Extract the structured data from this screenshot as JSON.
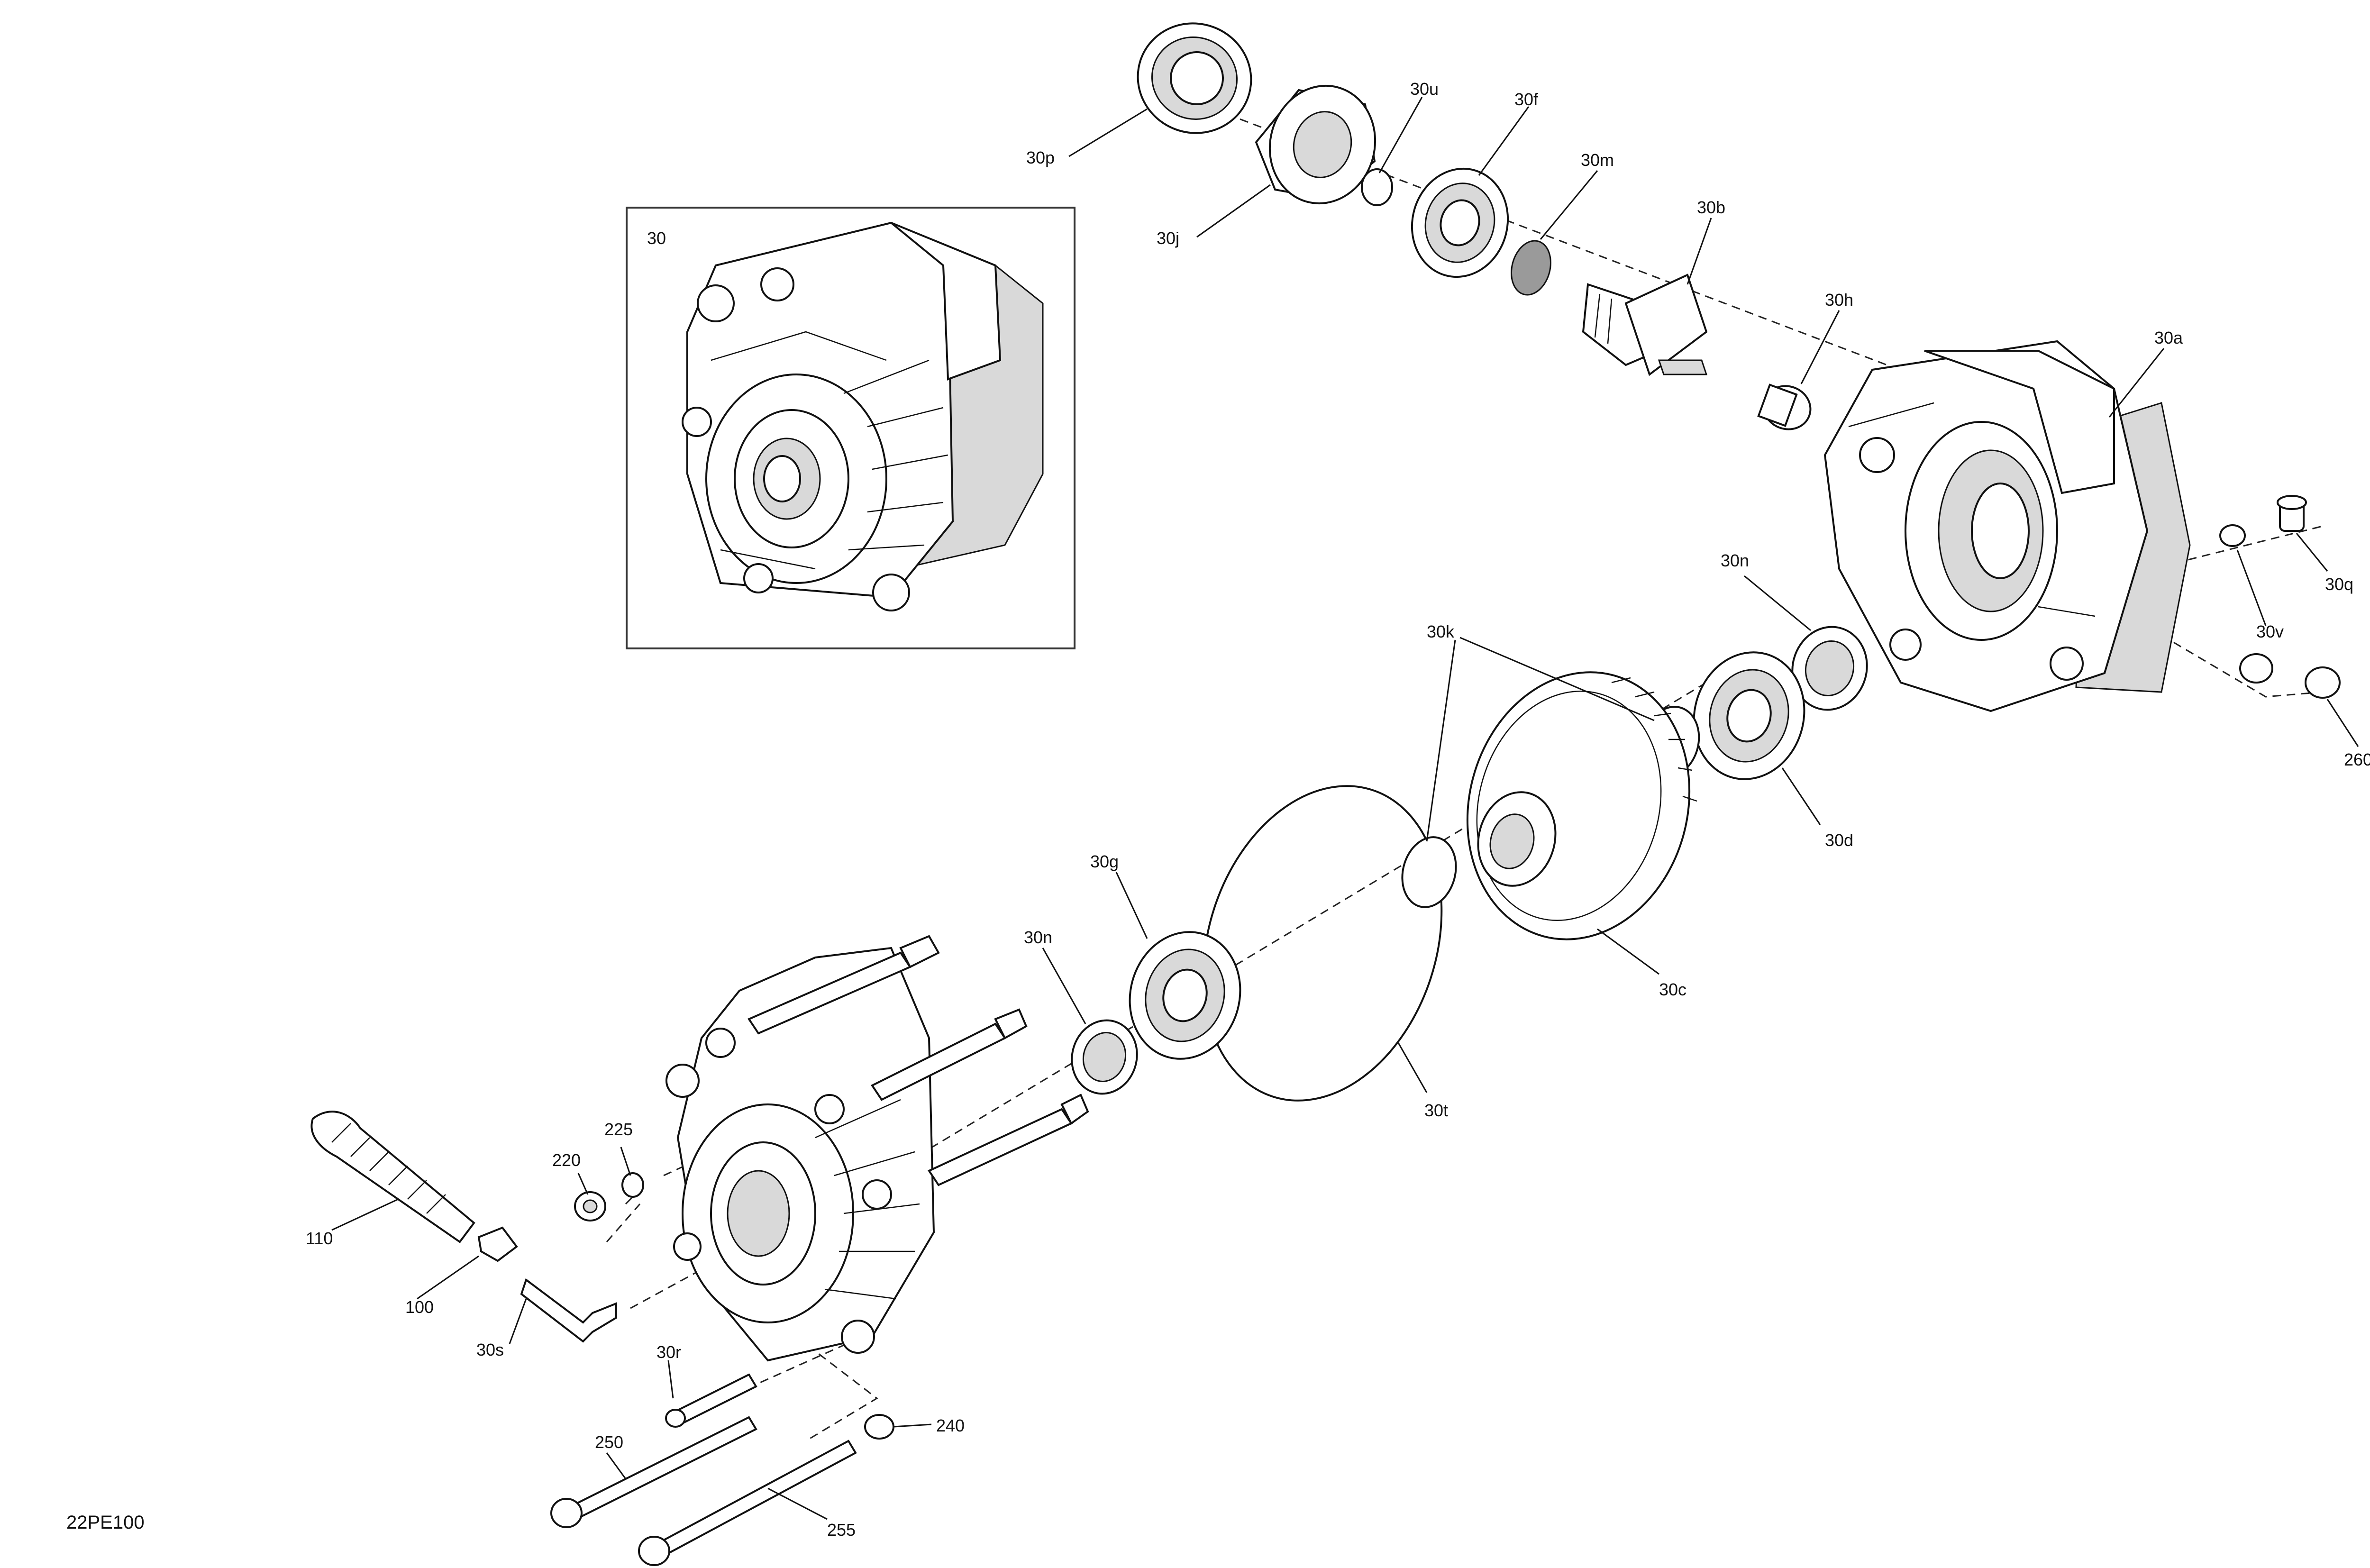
{
  "diagram_code": "22PE100",
  "inset": {
    "label": "30"
  },
  "callouts": {
    "p30p": "30p",
    "p30j": "30j",
    "p30u": "30u",
    "p30f": "30f",
    "p30m": "30m",
    "p30b": "30b",
    "p30h": "30h",
    "p30a": "30a",
    "p30q": "30q",
    "p30v": "30v",
    "p260": "260",
    "p30n_top": "30n",
    "p30k": "30k",
    "p30d": "30d",
    "p30c": "30c",
    "p30g": "30g",
    "p30n_low": "30n",
    "p30t": "30t",
    "p225": "225",
    "p220": "220",
    "p110": "110",
    "p100": "100",
    "p30s": "30s",
    "p30r": "30r",
    "p250": "250",
    "p240": "240",
    "p255": "255"
  }
}
